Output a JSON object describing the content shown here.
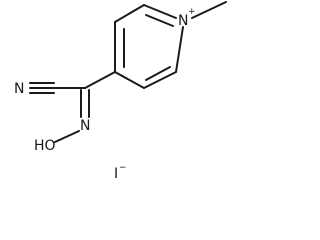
{
  "molecule": {
    "ring_nitrogen": "N",
    "ring_nitrogen_charge": "+",
    "nitrile_nitrogen": "N",
    "oxime_nitrogen": "N",
    "hydroxyl": "HO",
    "counter_ion": "I",
    "counter_ion_charge": "−"
  }
}
